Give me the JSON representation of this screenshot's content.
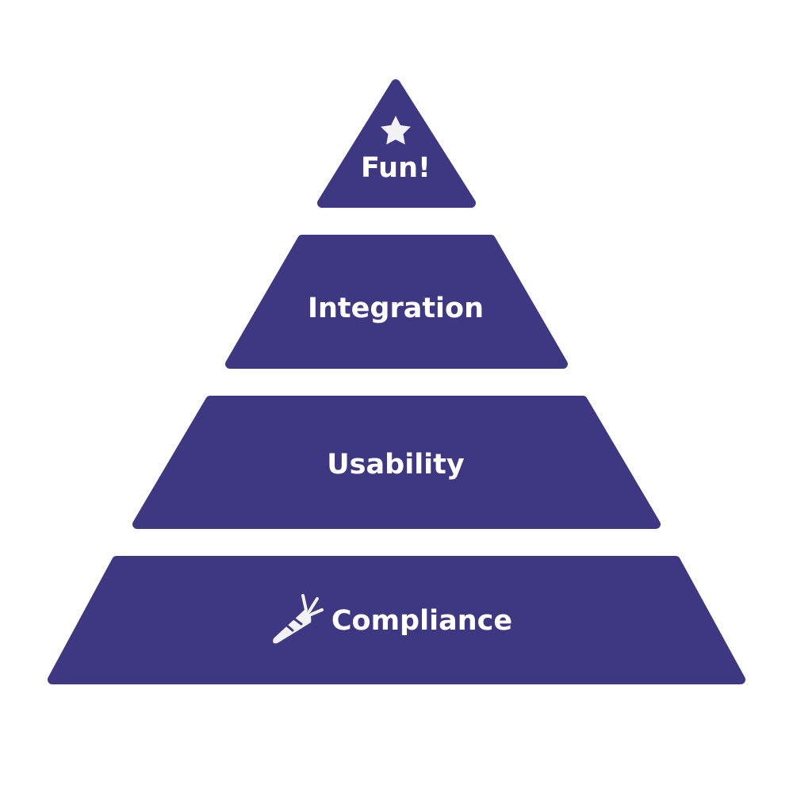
{
  "colors": {
    "tier_fill": "#3e3883",
    "label_text": "#ffffff",
    "icon": "#f2f2f6",
    "background": "#ffffff"
  },
  "pyramid": {
    "tiers": [
      {
        "label": "Fun!",
        "icon": "star-icon"
      },
      {
        "label": "Integration",
        "icon": ""
      },
      {
        "label": "Usability",
        "icon": ""
      },
      {
        "label": "Compliance",
        "icon": "carrot-icon"
      }
    ]
  }
}
